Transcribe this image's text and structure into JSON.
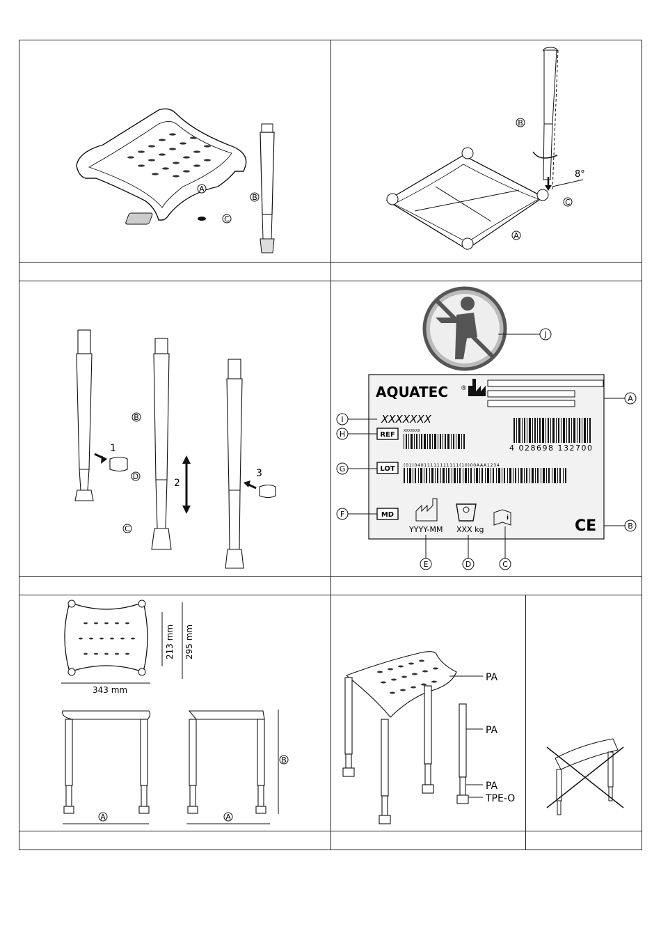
{
  "panel1": {
    "callouts": [
      "A",
      "B",
      "C"
    ]
  },
  "panel2": {
    "callouts": [
      "A",
      "B",
      "C"
    ],
    "angle": "8°"
  },
  "panel3": {
    "callouts": [
      "B",
      "C",
      "D"
    ],
    "steps": [
      "1",
      "2",
      "3"
    ]
  },
  "panel4": {
    "brand": "AQUATEC",
    "registered": "®",
    "serial": "XXXXXXX",
    "ref_label": "REF",
    "ref_small": "XXXXXXX",
    "lot_label": "LOT",
    "lot_digits": "(01)04011111111111(10)00AAA1234",
    "barcode_digits": "4 028698 132700",
    "md_label": "MD",
    "date": "YYYY-MM",
    "weight": "XXX kg",
    "ce": "CE",
    "callouts": [
      "J",
      "A",
      "I",
      "H",
      "G",
      "F",
      "B",
      "E",
      "D",
      "C"
    ]
  },
  "panel5": {
    "dim1": "213 mm",
    "dim2": "295 mm",
    "dim3": "343 mm",
    "callouts": [
      "A",
      "A",
      "B"
    ]
  },
  "panel6": {
    "materials": [
      "PA",
      "PA",
      "PA",
      "TPE-O"
    ]
  }
}
